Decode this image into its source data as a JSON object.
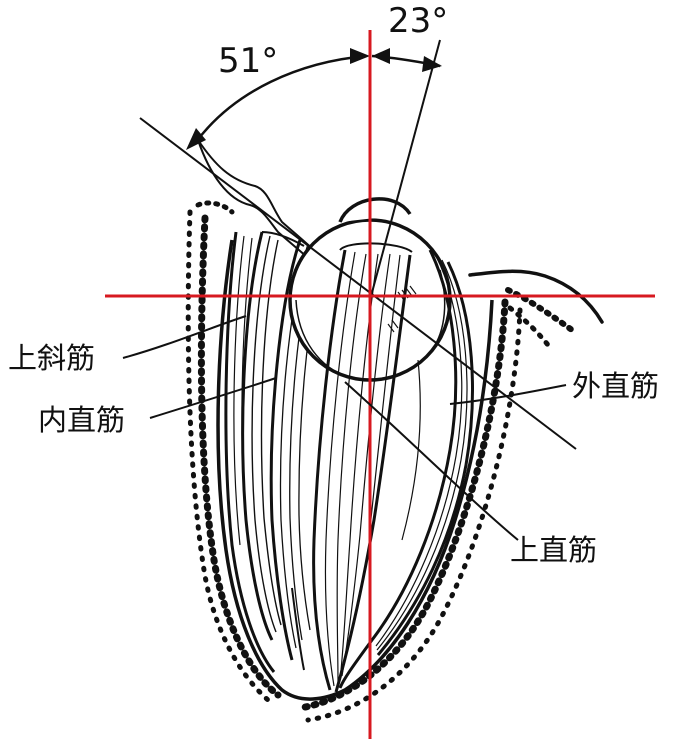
{
  "angles": {
    "left_label": "51°",
    "right_label": "23°"
  },
  "muscles": {
    "superior_oblique": "上斜筋",
    "medial_rectus": "内直筋",
    "lateral_rectus": "外直筋",
    "superior_rectus": "上直筋"
  },
  "colors": {
    "axis_line": "#d71920",
    "ink": "#111111",
    "background": "#ffffff"
  }
}
